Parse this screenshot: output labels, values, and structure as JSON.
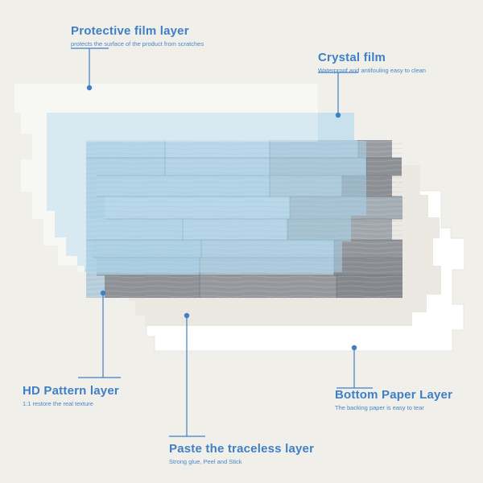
{
  "layers": [
    {
      "title": "Protective film layer",
      "subtitle": "protects the surface of the product from scratches"
    },
    {
      "title": "Crystal film",
      "subtitle": "Waterproof and antifouling easy to clean"
    },
    {
      "title": "HD Pattern layer",
      "subtitle": "1:1 restore the real texture"
    },
    {
      "title": "Paste the traceless layer",
      "subtitle": "Strong glue, Peel and Stick"
    },
    {
      "title": "Bottom Paper Layer",
      "subtitle": "The backing paper is easy to tear"
    }
  ],
  "colors": {
    "background": "#f0efea",
    "accent": "#3f7fc6",
    "protective_film": "#f7f7f3",
    "crystal_film": "#a9d6ec",
    "wood_dark": "#8a8d91",
    "wood_light": "#c4d3de",
    "backing_paper": "#ffffff",
    "glue_layer": "#e9e6e0"
  }
}
